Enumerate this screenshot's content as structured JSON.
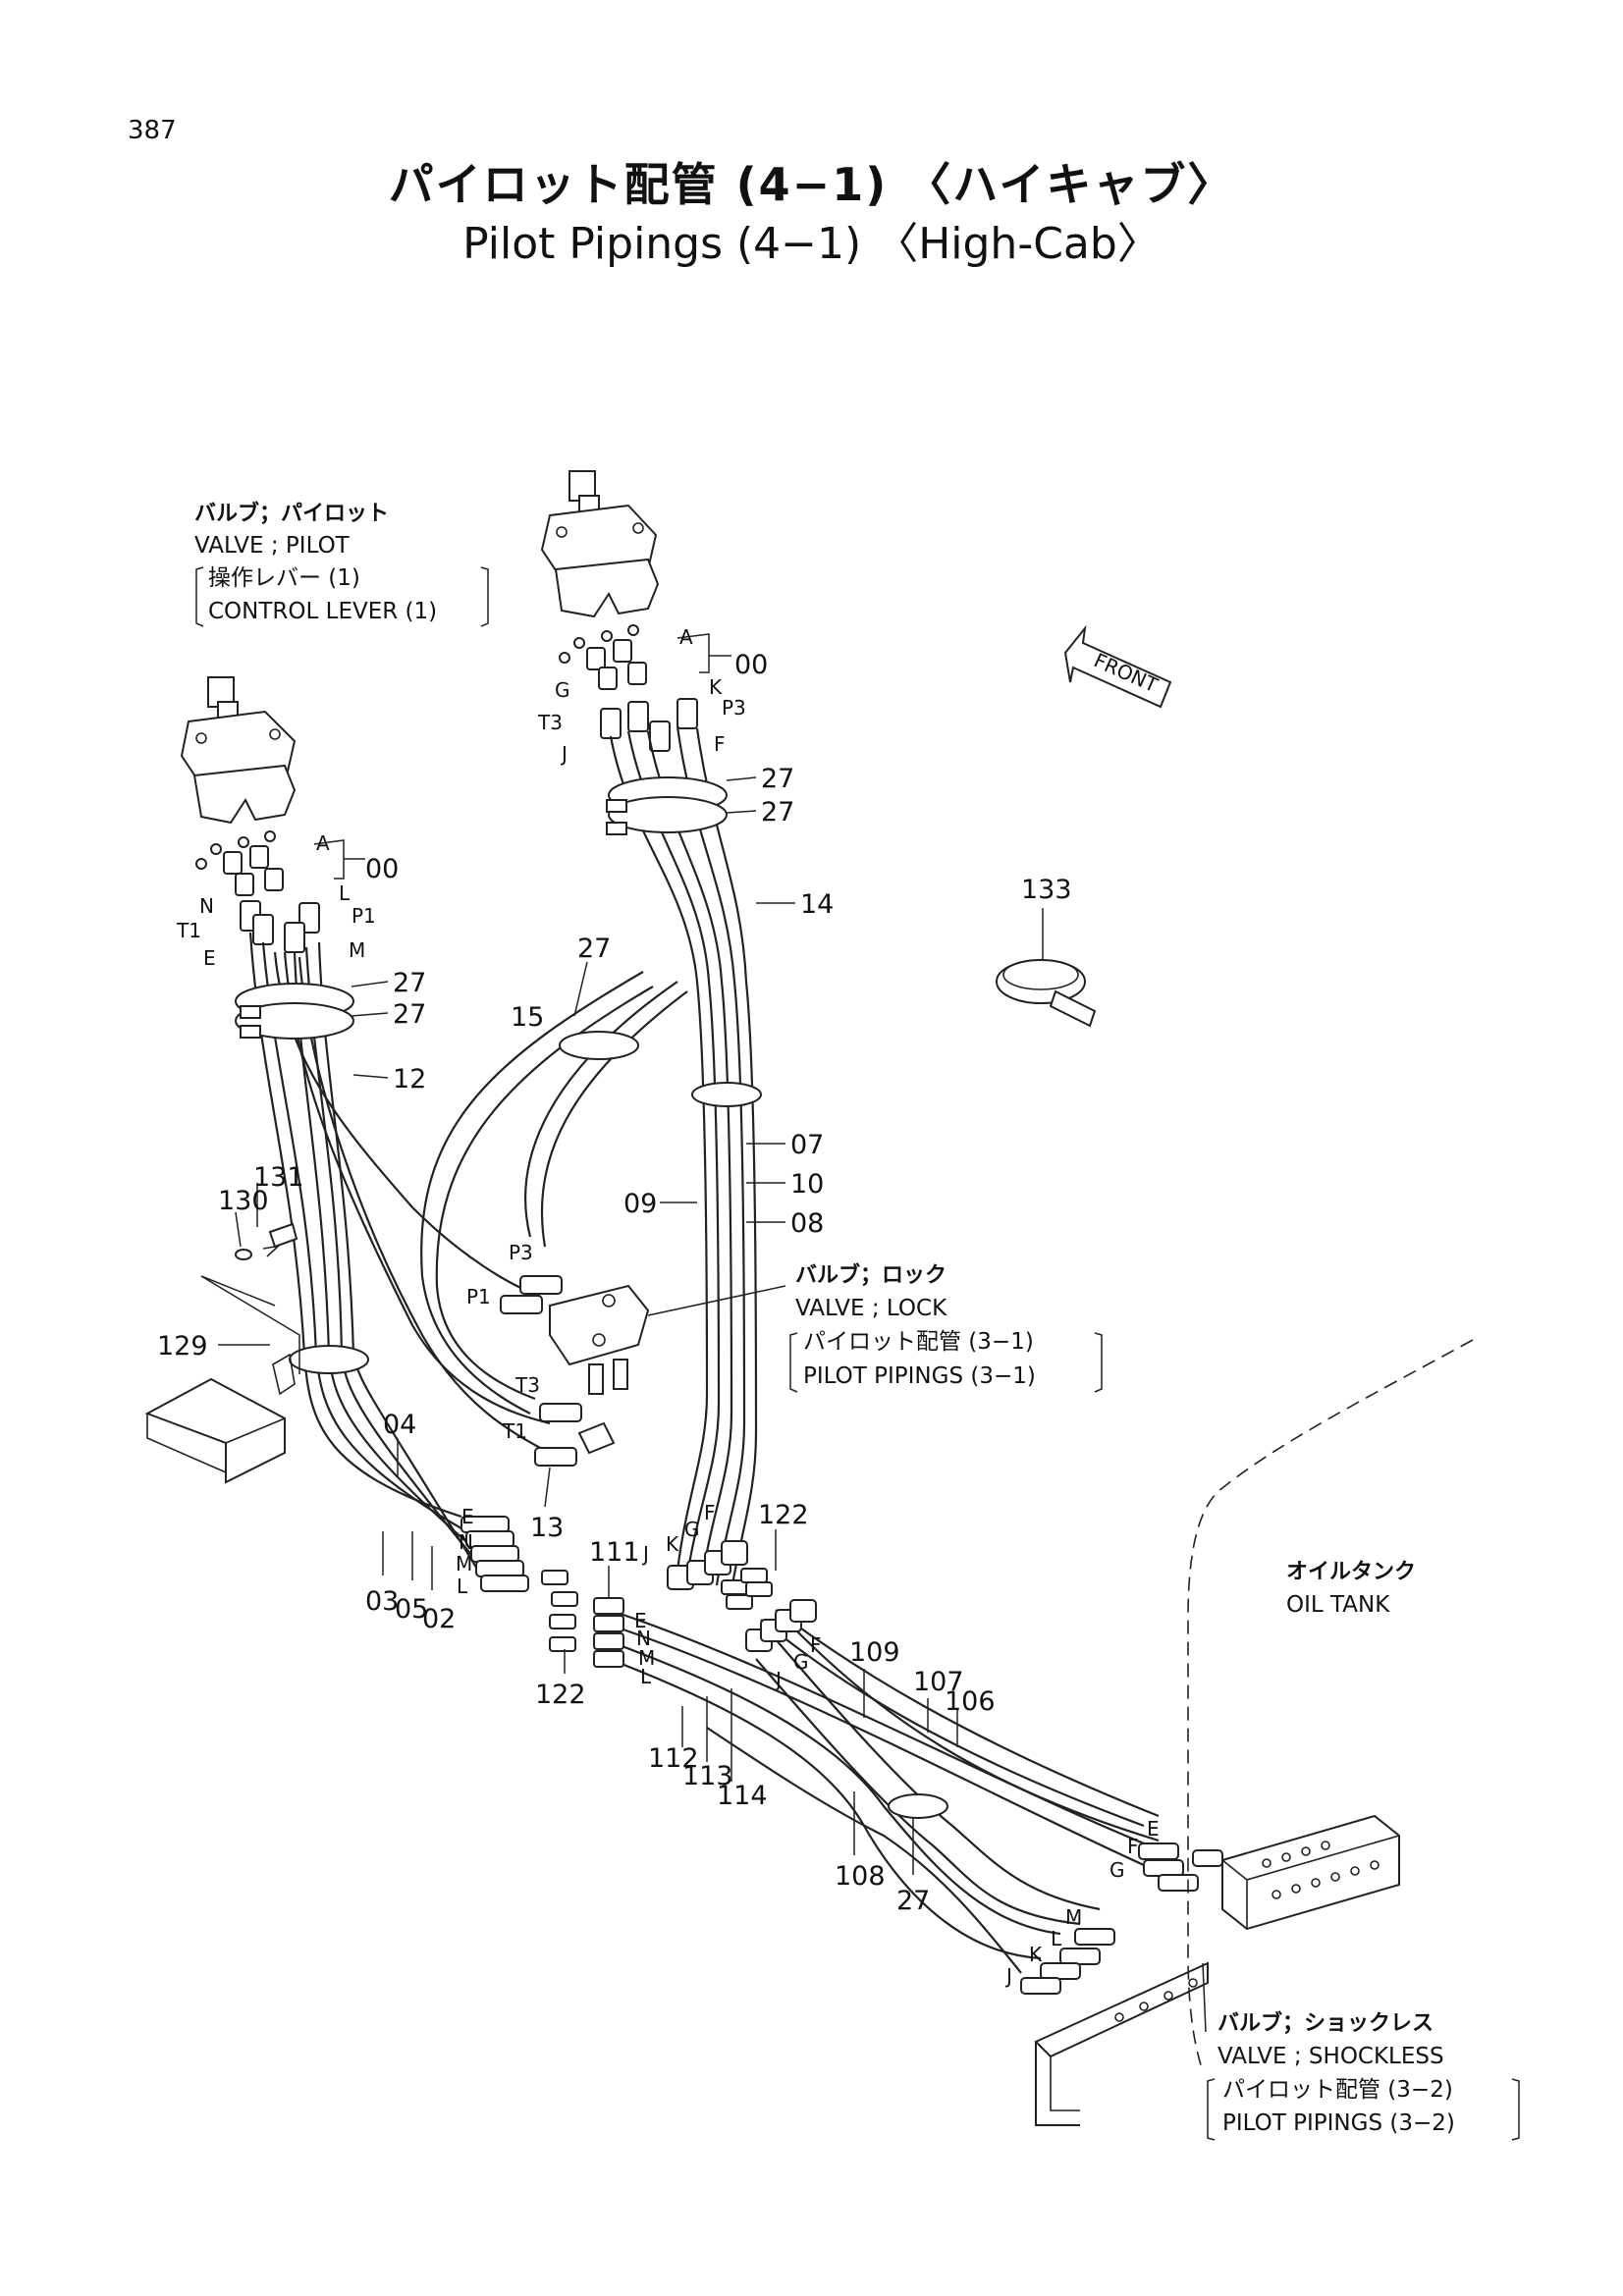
{
  "page_number": "387",
  "title_jp": "パイロット配管 (4−1) 〈ハイキャブ〉",
  "title_en": "Pilot Pipings (4−1) 〈High-Cab〉",
  "captions": {
    "valve_pilot": {
      "jp": "バルブ；パイロット",
      "en": "VALVE ; PILOT",
      "ref_jp": "操作レバー (1)",
      "ref_en": "CONTROL LEVER (1)"
    },
    "valve_lock": {
      "jp": "バルブ；ロック",
      "en": "VALVE ; LOCK",
      "ref_jp": "パイロット配管 (3−1)",
      "ref_en": "PILOT PIPINGS (3−1)"
    },
    "oil_tank": {
      "jp": "オイルタンク",
      "en": "OIL TANK"
    },
    "valve_shockless": {
      "jp": "バルブ；ショックレス",
      "en": "VALVE ; SHOCKLESS",
      "ref_jp": "パイロット配管 (3−2)",
      "ref_en": "PILOT PIPINGS (3−2)"
    },
    "front": "FRONT"
  },
  "part_numbers": {
    "p00": "00",
    "p02": "02",
    "p03": "03",
    "p04": "04",
    "p05": "05",
    "p07": "07",
    "p08": "08",
    "p09": "09",
    "p10": "10",
    "p12": "12",
    "p13": "13",
    "p14": "14",
    "p15": "15",
    "p27": "27",
    "p106": "106",
    "p107": "107",
    "p108": "108",
    "p109": "109",
    "p111": "111",
    "p112": "112",
    "p113": "113",
    "p114": "114",
    "p122": "122",
    "p129": "129",
    "p130": "130",
    "p131": "131",
    "p133": "133"
  },
  "port_letters": {
    "a": "A",
    "e": "E",
    "f": "F",
    "g": "G",
    "j": "J",
    "k": "K",
    "l": "L",
    "m": "M",
    "n": "N",
    "p1": "P1",
    "p3": "P3",
    "t1": "T1",
    "t3": "T3"
  }
}
